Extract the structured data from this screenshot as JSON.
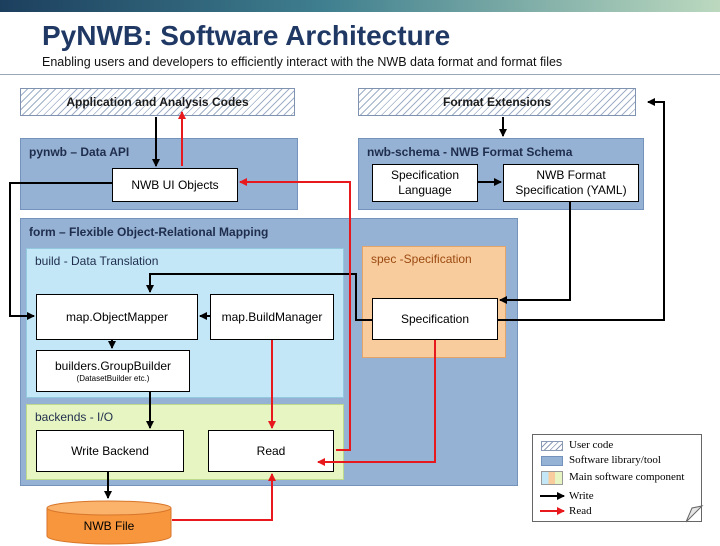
{
  "title": "PyNWB: Software Architecture",
  "subtitle": "Enabling users and developers to efficiently interact with the NWB data format and format files",
  "user_code": {
    "application": "Application and Analysis Codes",
    "format_extensions": "Format Extensions"
  },
  "pynwb": {
    "label": "pynwb – Data API",
    "ui_objects": "NWB UI Objects"
  },
  "nwb_schema": {
    "label": "nwb-schema  - NWB Format Schema",
    "spec_language_line1": "Specification",
    "spec_language_line2": "Language",
    "format_spec_line1": "NWB Format",
    "format_spec_line2": "Specification (YAML)"
  },
  "form": {
    "label": "form – Flexible Object-Relational Mapping",
    "build_label": "build - Data Translation",
    "object_mapper": "map.ObjectMapper",
    "build_manager": "map.BuildManager",
    "group_builder": "builders.GroupBuilder",
    "group_builder_note": "(DatasetBuilder etc.)",
    "spec_label": "spec -Specification",
    "specification": "Specification",
    "backends_label": "backends - I/O",
    "write_backend": "Write Backend",
    "read": "Read"
  },
  "nwb_file": "NWB File",
  "legend": {
    "user_code": "User code",
    "library": "Software library/tool",
    "main_component": "Main software component",
    "write": "Write",
    "read": "Read"
  },
  "colors": {
    "title": "#1f3864",
    "library": "#95b1d3",
    "build": "#c3e7f7",
    "backends": "#e7f5c2",
    "spec": "#f9cc9e",
    "nwb_file": "#f7963d",
    "write_arrow": "#000000",
    "read_arrow": "#e8191c"
  }
}
